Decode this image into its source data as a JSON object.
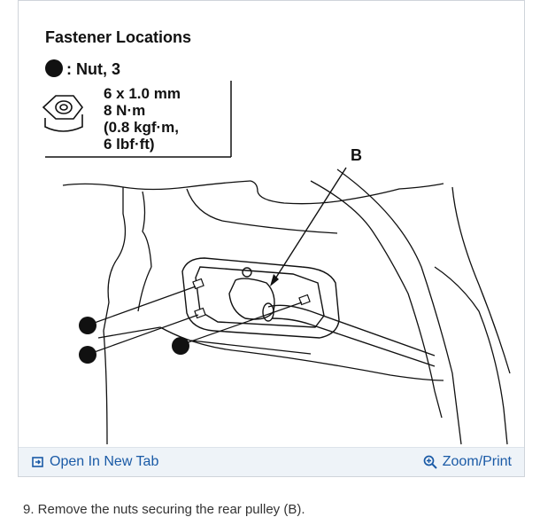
{
  "diagram": {
    "title": "Fastener Locations",
    "legend": {
      "bullet_label": ": Nut, 3",
      "spec_line1": "6 x 1.0 mm",
      "spec_line2": "8 N·m",
      "spec_line3": "(0.8 kgf·m,",
      "spec_line4": "6 lbf·ft)"
    },
    "callout_b": "B"
  },
  "toolbar": {
    "open_new_tab_label": "Open In New Tab",
    "zoom_print_label": "Zoom/Print",
    "open_icon": "open-in-new-tab-icon",
    "zoom_icon": "zoom-in-icon",
    "link_color": "#1a5aa6"
  },
  "caption": {
    "text": "9. Remove the nuts securing the rear pulley (B)."
  }
}
